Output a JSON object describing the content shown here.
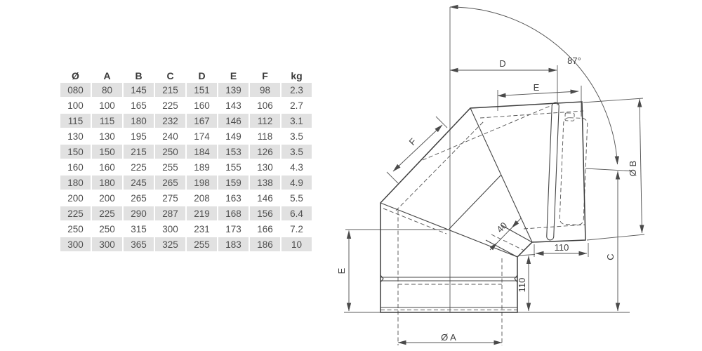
{
  "page": {
    "background": "#ffffff"
  },
  "table": {
    "stripe_color": "#e1e1e1",
    "text_color": "#4f4f4f",
    "header_color": "#3a3a3a",
    "columns": [
      "Ø",
      "A",
      "B",
      "C",
      "D",
      "E",
      "F",
      "kg"
    ],
    "rows": [
      [
        "080",
        "80",
        "145",
        "215",
        "151",
        "139",
        "98",
        "2.3"
      ],
      [
        "100",
        "100",
        "165",
        "225",
        "160",
        "143",
        "106",
        "2.7"
      ],
      [
        "115",
        "115",
        "180",
        "232",
        "167",
        "146",
        "112",
        "3.1"
      ],
      [
        "130",
        "130",
        "195",
        "240",
        "174",
        "149",
        "118",
        "3.5"
      ],
      [
        "150",
        "150",
        "215",
        "250",
        "184",
        "153",
        "126",
        "3.5"
      ],
      [
        "160",
        "160",
        "225",
        "255",
        "189",
        "155",
        "130",
        "4.3"
      ],
      [
        "180",
        "180",
        "245",
        "265",
        "198",
        "159",
        "138",
        "4.9"
      ],
      [
        "200",
        "200",
        "265",
        "275",
        "208",
        "163",
        "146",
        "5.5"
      ],
      [
        "225",
        "225",
        "290",
        "287",
        "219",
        "168",
        "156",
        "6.4"
      ],
      [
        "250",
        "250",
        "315",
        "300",
        "231",
        "173",
        "166",
        "7.2"
      ],
      [
        "300",
        "300",
        "365",
        "325",
        "255",
        "183",
        "186",
        "10"
      ]
    ]
  },
  "drawing": {
    "line_color": "#3e3e3e",
    "thin_color": "#5a5a5a",
    "labels": {
      "angle": "87°",
      "dim_d": "D",
      "dim_e_top": "E",
      "dim_f": "F",
      "dim_diameter_b": "Ø B",
      "dim_c": "C",
      "dim_110_horizontal": "110",
      "dim_110_vertical": "110",
      "dim_e_left": "E",
      "dim_diameter_a": "Ø A",
      "dim_40": "40"
    }
  }
}
